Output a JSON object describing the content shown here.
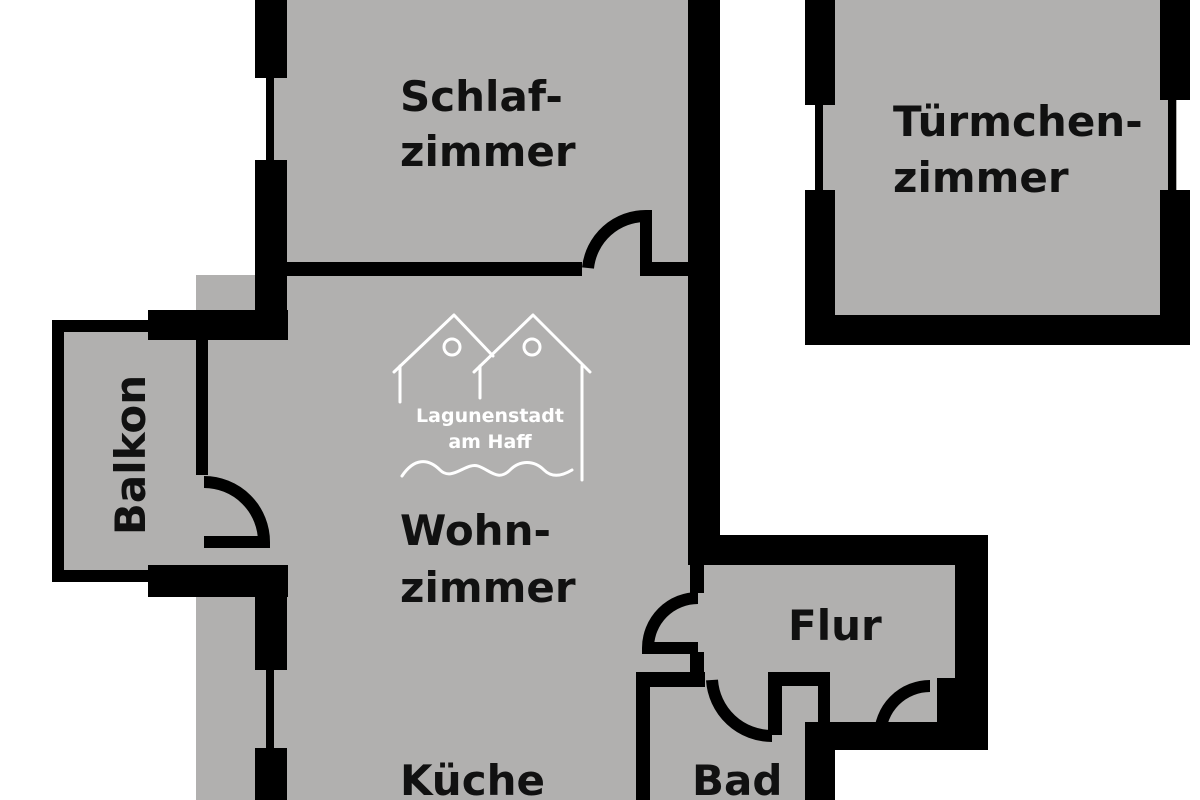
{
  "colors": {
    "wall": "#000000",
    "floor": "#b1b0af",
    "background": "#ffffff",
    "label": "#111111",
    "logo": "#ffffff"
  },
  "rooms": {
    "schlafzimmer": {
      "line1": "Schlaf-",
      "line2": "zimmer"
    },
    "tuermchenzimmer": {
      "line1": "Türmchen-",
      "line2": "zimmer"
    },
    "wohnzimmer": {
      "line1": "Wohn-",
      "line2": "zimmer"
    },
    "balkon": {
      "label": "Balkon"
    },
    "flur": {
      "label": "Flur"
    },
    "kueche": {
      "label": "Küche"
    },
    "bad": {
      "label": "Bad"
    }
  },
  "logo": {
    "line1": "Lagunenstadt",
    "line2": "am Haff",
    "icon": "two-houses-waves-logo"
  }
}
